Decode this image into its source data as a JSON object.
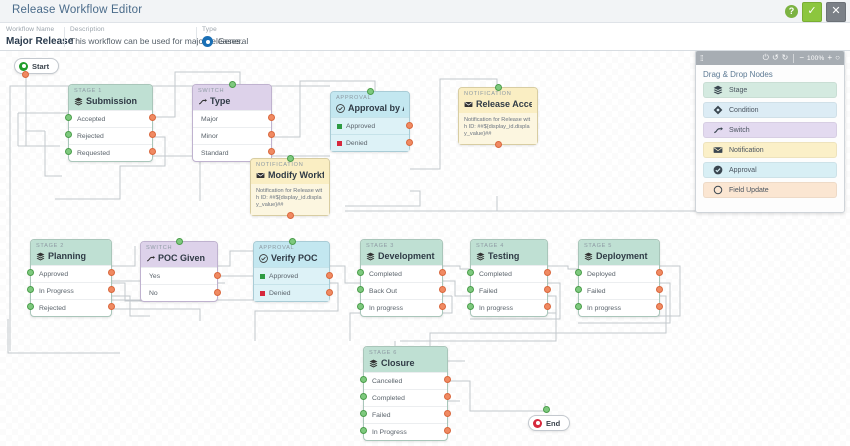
{
  "header": {
    "title": "Release Workflow Editor",
    "help_icon": "help-icon",
    "confirm_label": "✓",
    "cancel_label": "✕"
  },
  "meta": {
    "name_label": "Workflow Name",
    "name_value": "Major Release",
    "description_label": "Description",
    "description_value": "This workflow can be used for major releases.",
    "type_label": "Type",
    "type_value": "General"
  },
  "palette": {
    "title": "Drag & Drop Nodes",
    "toolbar": {
      "power": "⏻",
      "undo": "↺",
      "redo": "↻",
      "zoom_out": "−",
      "zoom_level": "100%",
      "zoom_in": "+",
      "fit": "○"
    },
    "items": [
      {
        "label": "Stage",
        "icon": "stage-icon",
        "color": "#d4eae0"
      },
      {
        "label": "Condition",
        "icon": "condition-icon",
        "color": "#dcecf5"
      },
      {
        "label": "Switch",
        "icon": "switch-icon",
        "color": "#e3daf0"
      },
      {
        "label": "Notification",
        "icon": "notification-icon",
        "color": "#fbf0c8"
      },
      {
        "label": "Approval",
        "icon": "approval-icon",
        "color": "#d8eff5"
      },
      {
        "label": "Field Update",
        "icon": "field-update-icon",
        "color": "#fbe6d2"
      }
    ]
  },
  "canvas": {
    "start_label": "Start",
    "end_label": "End",
    "notification_body": "Notification for Release with ID: ##${display_id.display_value}##",
    "nodes": [
      {
        "id": "submission",
        "kind": "STAGE 1",
        "type": "stage",
        "name": "Submission",
        "icon": "stage-icon",
        "rows": [
          "Accepted",
          "Rejected",
          "Requested"
        ]
      },
      {
        "id": "type",
        "kind": "SWITCH",
        "type": "switch",
        "name": "Type",
        "icon": "switch-icon",
        "rows": [
          "Major",
          "Minor",
          "Standard"
        ]
      },
      {
        "id": "approval-application",
        "kind": "APPROVAL",
        "type": "approval",
        "name": "Approval by Appli...",
        "icon": "approval-icon",
        "rows": [
          "Approved",
          "Denied"
        ]
      },
      {
        "id": "release-accepted",
        "kind": "NOTIFICATION",
        "type": "notify",
        "name": "Release Accepted",
        "icon": "notification-icon",
        "rows": []
      },
      {
        "id": "modify-workflow",
        "kind": "NOTIFICATION",
        "type": "notify",
        "name": "Modify Workflow",
        "icon": "notification-icon",
        "rows": []
      },
      {
        "id": "planning",
        "kind": "STAGE 2",
        "type": "stage",
        "name": "Planning",
        "icon": "stage-icon",
        "rows": [
          "Approved",
          "In Progress",
          "Rejected"
        ]
      },
      {
        "id": "poc-given",
        "kind": "SWITCH",
        "type": "switch",
        "name": "POC Given",
        "icon": "switch-icon",
        "rows": [
          "Yes",
          "No"
        ]
      },
      {
        "id": "verify-poc",
        "kind": "APPROVAL",
        "type": "approval",
        "name": "Verify POC",
        "icon": "approval-icon",
        "rows": [
          "Approved",
          "Denied"
        ]
      },
      {
        "id": "development",
        "kind": "STAGE 3",
        "type": "stage",
        "name": "Development",
        "icon": "stage-icon",
        "rows": [
          "Completed",
          "Back Out",
          "In progress"
        ]
      },
      {
        "id": "testing",
        "kind": "STAGE 4",
        "type": "stage",
        "name": "Testing",
        "icon": "stage-icon",
        "rows": [
          "Completed",
          "Failed",
          "In progress"
        ]
      },
      {
        "id": "deployment",
        "kind": "STAGE 5",
        "type": "stage",
        "name": "Deployment",
        "icon": "stage-icon",
        "rows": [
          "Deployed",
          "Failed",
          "In progress"
        ]
      },
      {
        "id": "closure",
        "kind": "STAGE 6",
        "type": "stage",
        "name": "Closure",
        "icon": "stage-icon",
        "rows": [
          "Cancelled",
          "Completed",
          "Failed",
          "In Progress"
        ]
      }
    ]
  },
  "colors": {
    "accent_green": "#8cc63e",
    "stage_header": "#bfe0d3",
    "switch_header": "#ddd2ea",
    "approval_header": "#c3e7f0",
    "notification_header": "#faeec3",
    "port_in": "#7ec97e",
    "port_out": "#f08a62"
  }
}
